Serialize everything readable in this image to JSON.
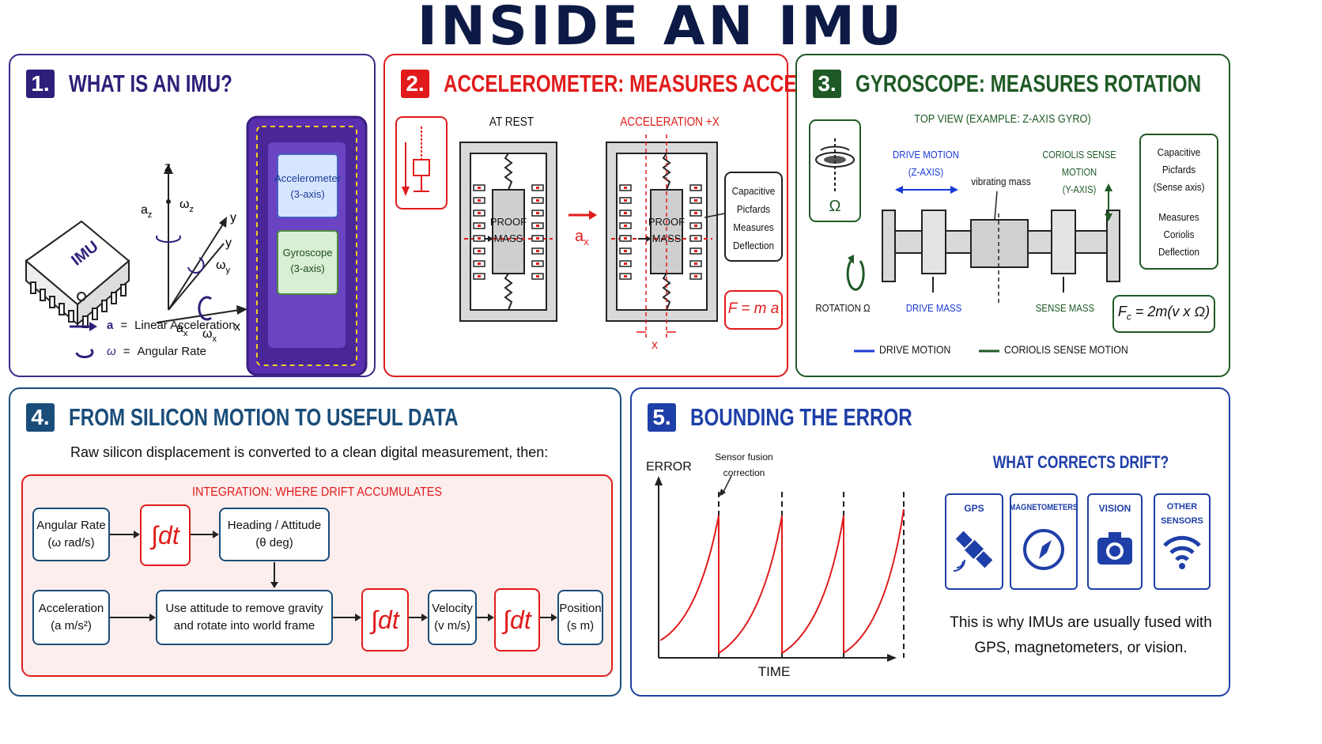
{
  "title": "INSIDE AN IMU",
  "colors": {
    "p1": "#3a2a8c",
    "p2": "#e11b1b",
    "p3": "#1f5a26",
    "p4": "#1a4d7a",
    "p5": "#1f3fa8"
  },
  "p1": {
    "num": "1.",
    "title": "WHAT IS AN IMU?",
    "chip_label": "IMU",
    "axes": {
      "z": "z",
      "y1": "y",
      "y2": "y",
      "x": "x",
      "az": "a",
      "az_sub": "z",
      "wz": "ω",
      "wz_sub": "z",
      "wy": "ω",
      "wy_sub": "y",
      "ax": "a",
      "ax_sub": "x",
      "wx": "ω",
      "wx_sub": "x"
    },
    "die": {
      "accel": "Accelerometer",
      "accel_sub": "(3-axis)",
      "gyro": "Gyroscope",
      "gyro_sub": "(3-axis)"
    },
    "legend": [
      {
        "sym": "a",
        "eq": "=",
        "text": "Linear Acceleration"
      },
      {
        "sym": "ω",
        "eq": "=",
        "text": "Angular Rate"
      }
    ]
  },
  "p2": {
    "num": "2.",
    "title": "ACCELEROMETER: MEASURES ACCELERATION",
    "at_rest": "AT REST",
    "accel_x": "ACCELERATION +X",
    "proof1": "PROOF",
    "proof2": "MASS",
    "ax": "a",
    "ax_sub": "x",
    "cap": [
      "Capacitive",
      "Picfards",
      "Measures",
      "Deflection"
    ],
    "formula": "F = m a",
    "xlabel": "x"
  },
  "p3": {
    "num": "3.",
    "title": "GYROSCOPE: MEASURES ROTATION",
    "topview": "TOP VIEW (EXAMPLE: Z-AXIS GYRO)",
    "omega": "Ω",
    "drive_motion": "DRIVE MOTION",
    "drive_axis": "(Z-AXIS)",
    "coriolis": "CORIOLIS SENSE MOTION",
    "coriolis_axis": "(Y-AXIS)",
    "vib": "vibrating mass",
    "cap": [
      "Capacitive",
      "Picfards",
      "(Sense axis)"
    ],
    "meas": [
      "Measures",
      "Coriolis",
      "Deflection"
    ],
    "rotation": "ROTATION Ω",
    "drive_mass": "DRIVE MASS",
    "sense_mass": "SENSE MASS",
    "formula_pre": "F",
    "formula_sub": "c",
    "formula_post": " = 2m(v x Ω)",
    "legend_drive": "DRIVE MOTION",
    "legend_coriolis": "CORIOLIS SENSE MOTION"
  },
  "p4": {
    "num": "4.",
    "title": "FROM SILICON MOTION TO USEFUL DATA",
    "intro": "Raw silicon displacement is converted to a clean digital measurement, then:",
    "integration": "INTEGRATION: WHERE DRIFT ACCUMULATES",
    "ang1": "Angular Rate",
    "ang2": "(ω rad/s)",
    "integral": "∫dt",
    "head1": "Heading / Attitude",
    "head2": "(θ deg)",
    "acc1": "Acceleration",
    "acc2": "(a m/s²)",
    "use1": "Use attitude to remove gravity",
    "use2": "and rotate into world frame",
    "vel1": "Velocity",
    "vel2": "(v m/s)",
    "pos1": "Position",
    "pos2": "(s m)"
  },
  "p5": {
    "num": "5.",
    "title": "BOUNDING THE ERROR",
    "error": "ERROR",
    "time": "TIME",
    "fusion1": "Sensor fusion",
    "fusion2": "correction",
    "what": "WHAT CORRECTS DRIFT?",
    "sensors": [
      {
        "label": "GPS",
        "icon": "satellite-icon"
      },
      {
        "label": "MAGNETOMETERS",
        "icon": "compass-icon"
      },
      {
        "label": "VISION",
        "icon": "camera-icon"
      },
      {
        "label": "OTHER SENSORS",
        "icon": "wifi-icon"
      }
    ],
    "other1": "OTHER",
    "other2": "SENSORS",
    "note1": "This is why IMUs are usually fused with",
    "note2": "GPS, magnetometers, or vision."
  }
}
